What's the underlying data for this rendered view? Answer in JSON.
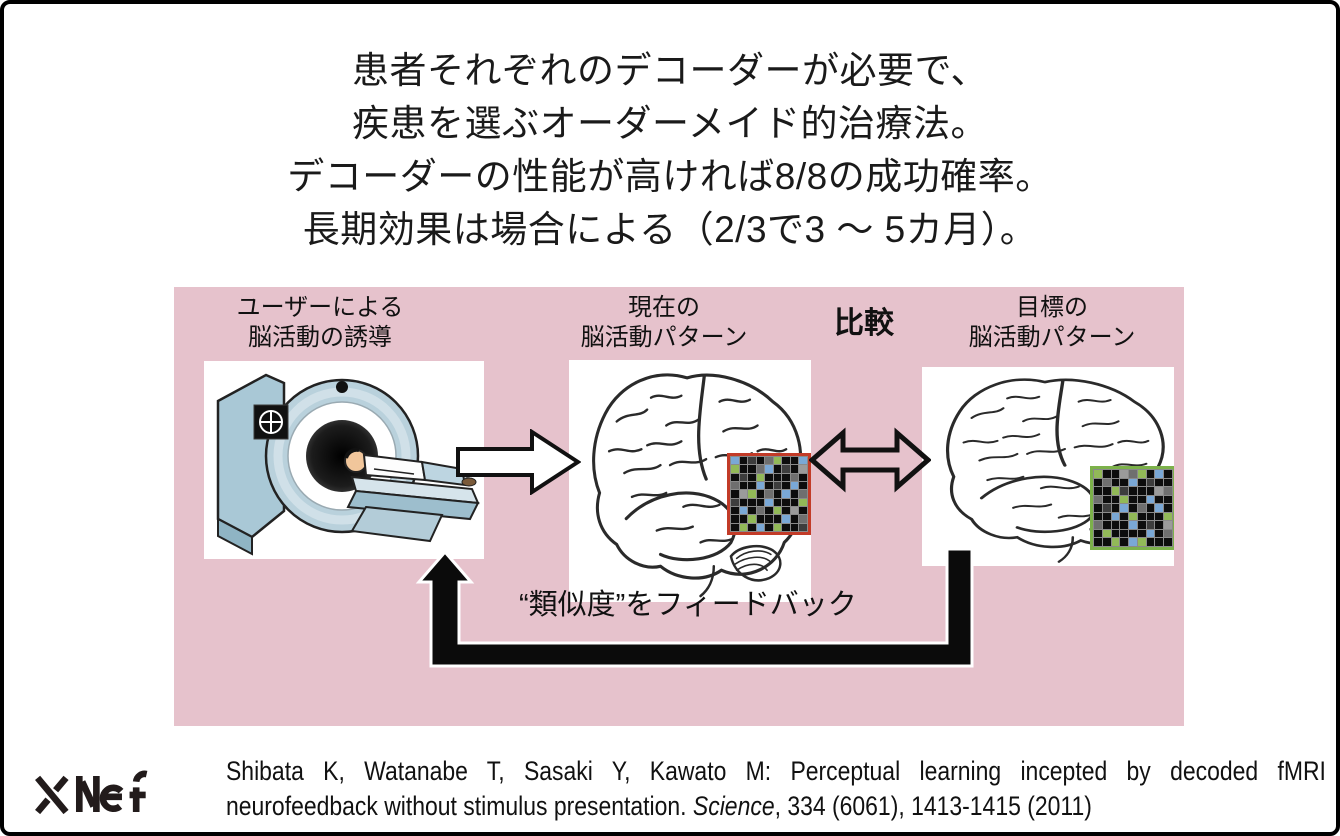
{
  "headline": {
    "lines": [
      "患者それぞれのデコーダーが必要で、",
      "疾患を選ぶオーダーメイド的治療法。",
      "デコーダーの性能が高ければ8/8の成功確率。",
      "長期効果は場合による（2/3で3 ～ 5カ月）。"
    ]
  },
  "diagram": {
    "bg_color": "#e6c2cc",
    "labels": {
      "left": [
        "ユーザーによる",
        "脳活動の誘導"
      ],
      "current": [
        "現在の",
        "脳活動パターン"
      ],
      "compare": "比較",
      "target": [
        "目標の",
        "脳活動パターン"
      ],
      "feedback": "“類似度”をフィードバック"
    },
    "voxel_palette": {
      "K": "#0d0d0d",
      "D": "#3d3d3d",
      "G": "#6f6f6f",
      "L": "#9b9b9b",
      "B": "#7aa8d6",
      "N": "#92b958"
    },
    "voxel_grids": {
      "current": {
        "border_color": "#c23b28",
        "rows": [
          "BKDKGNKKB",
          "NKKGBKDKL",
          "KDKNKKKGK",
          "GKKBKDKBK",
          "KLNKGKBKG",
          "DKKKBKKKN",
          "KBKGKNKLK",
          "KKNKKKBKG",
          "KNKBKNKKD"
        ]
      },
      "target": {
        "border_color": "#7cb14a",
        "rows": [
          "NKKLGNKBK",
          "KGKKBKDKK",
          "KKNDKKKLG",
          "GKKNKKBKK",
          "KDKBKGKBK",
          "KKBKNKKKN",
          "GKKKBKDKL",
          "KNKKKKBKG",
          "KKNKBNKKK"
        ]
      }
    }
  },
  "citation": {
    "line1": "Shibata K, Watanabe T, Sasaki Y, Kawato M: Perceptual learning incepted by decoded fMRI",
    "line2_part1": "neurofeedback without stimulus presentation. ",
    "line2_italic": "Science",
    "line2_part2": ", 334 (6061), 1413-1415 (2011)"
  },
  "logo_text": "XNef"
}
